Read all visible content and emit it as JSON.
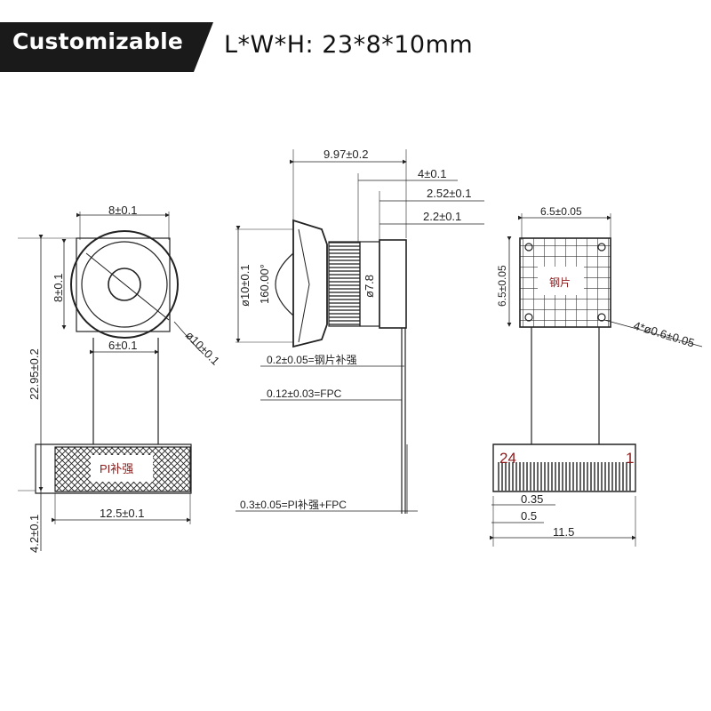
{
  "banner": {
    "badge_text": "Customizable",
    "spec_text": "L*W*H:  23*8*10mm"
  },
  "front_view": {
    "width_top": "8±0.1",
    "height_inner": "8±0.1",
    "neck_width": "6±0.1",
    "diameter": "ø10±0.1",
    "total_height": "22.95±0.2",
    "base_width": "12.5±0.1",
    "base_height": "4.2±0.1",
    "stiffener_label": "PI补强"
  },
  "side_view": {
    "total_length": "9.97±0.2",
    "len_a": "4±0.1",
    "len_b": "2.52±0.1",
    "len_c": "2.2±0.1",
    "lens_diameter": "ø10±0.1",
    "fov": "160.00°",
    "barrel_diameter": "ø7.8",
    "copper_stiffener": "0.2±0.05=钢片补强",
    "fpc": "0.12±0.03=FPC",
    "pi_fpc": "0.3±0.05=PI补强+FPC"
  },
  "back_view": {
    "plate_width": "6.5±0.05",
    "plate_height": "6.5±0.05",
    "plate_label": "钢片",
    "holes": "4*ø0.6±0.05",
    "pin_first": "24",
    "pin_last": "1",
    "pitch": "0.35",
    "pad": "0.5",
    "connector_width": "11.5"
  },
  "colors": {
    "badge_bg": "#1a1a1a",
    "line": "#222222",
    "accent_text": "#8b1a1a"
  }
}
